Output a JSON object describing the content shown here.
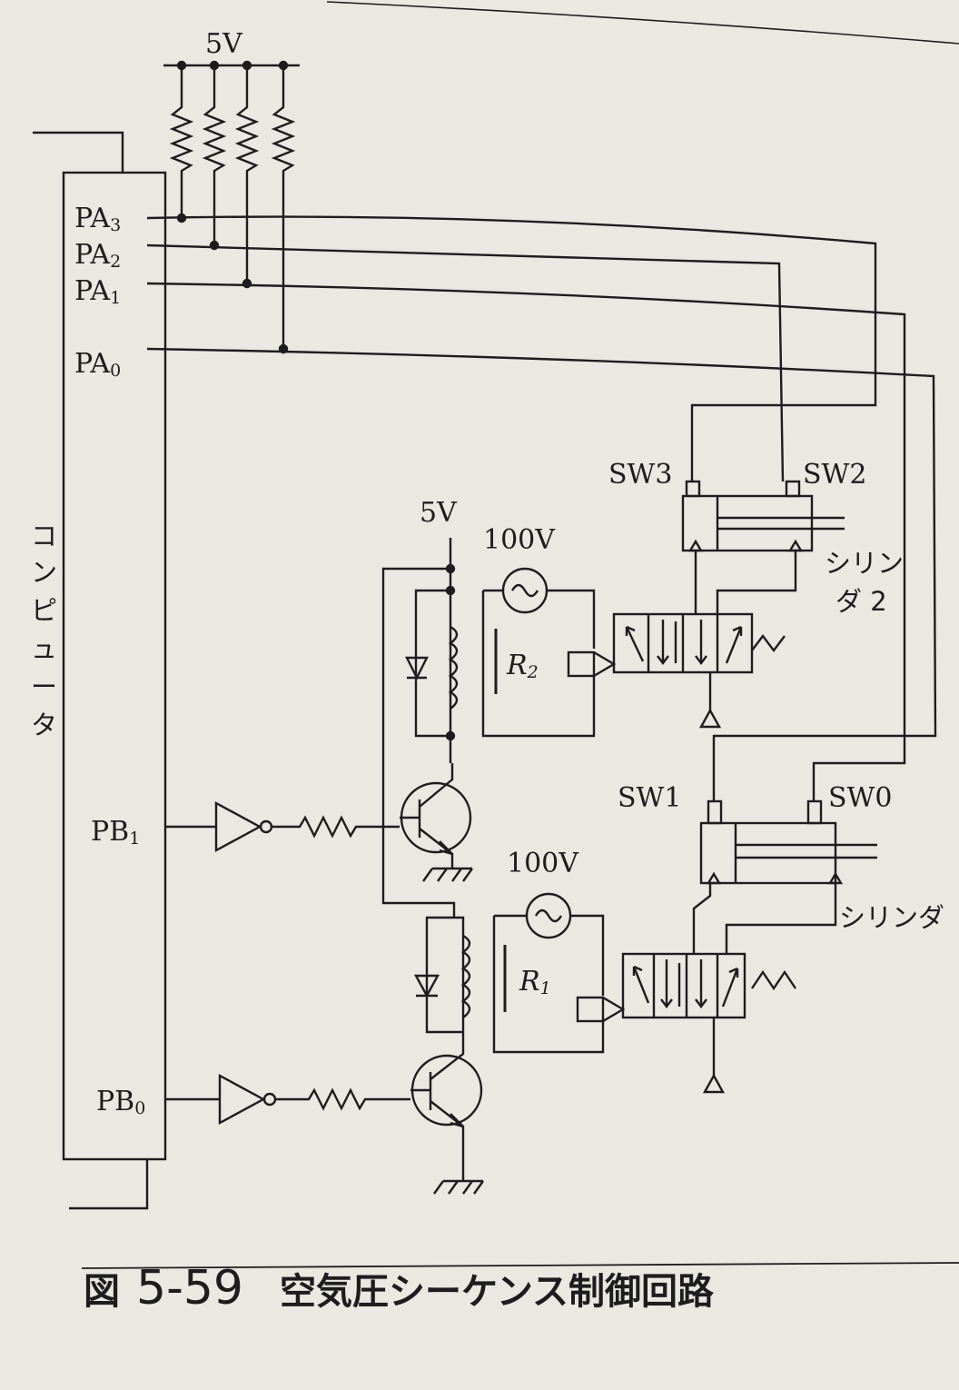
{
  "supply": {
    "top": "5V",
    "mid": "5V"
  },
  "ports": {
    "pa3": {
      "base": "PA",
      "sub": "3"
    },
    "pa2": {
      "base": "PA",
      "sub": "2"
    },
    "pa1": {
      "base": "PA",
      "sub": "1"
    },
    "pa0": {
      "base": "PA",
      "sub": "0"
    },
    "pb1": {
      "base": "PB",
      "sub": "1"
    },
    "pb0": {
      "base": "PB",
      "sub": "0"
    }
  },
  "computer_label": [
    "コ",
    "ン",
    "ピ",
    "ュ",
    "ー",
    "タ"
  ],
  "switches": {
    "sw3": "SW3",
    "sw2": "SW2",
    "sw1": "SW1",
    "sw0": "SW0"
  },
  "cylinder2": {
    "line1": "シリン",
    "line2": "ダ 2"
  },
  "cylinder1": {
    "line1": "シリンダ"
  },
  "ac_sources": {
    "upper": "100V",
    "lower": "100V"
  },
  "relays": {
    "r2": {
      "base": "R",
      "sub": "2"
    },
    "r1": {
      "base": "R",
      "sub": "1"
    }
  },
  "caption": {
    "fig": "図",
    "number": "5-59",
    "title": "空気圧シーケンス制御回路"
  }
}
